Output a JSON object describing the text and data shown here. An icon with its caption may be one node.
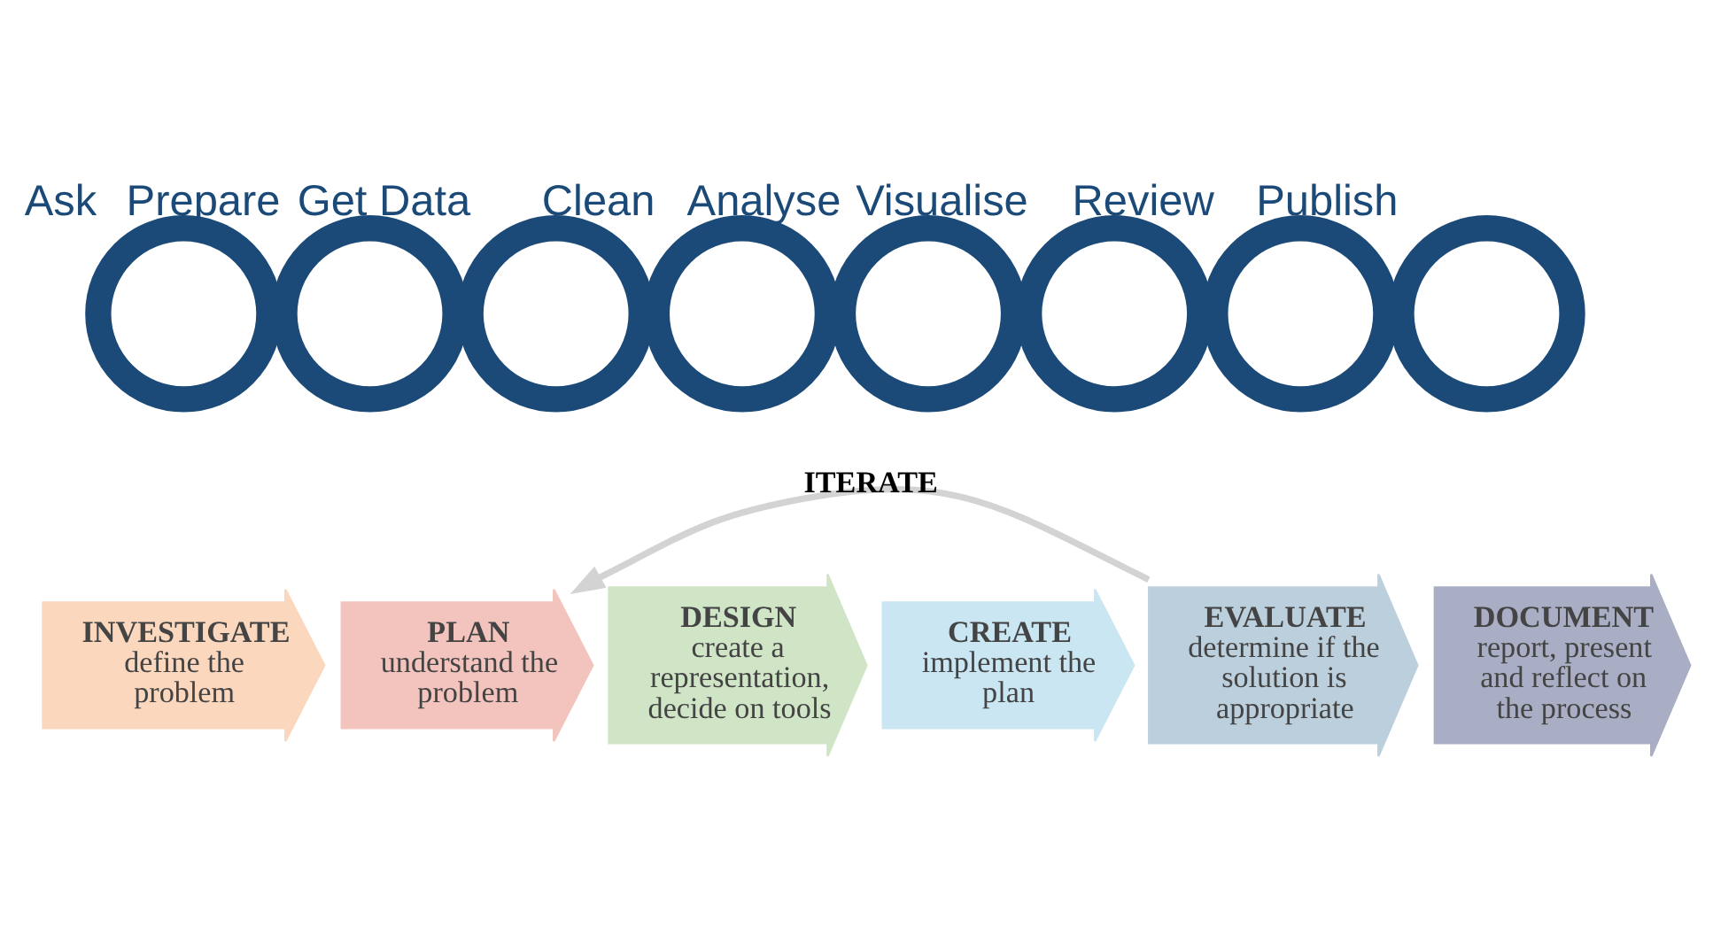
{
  "diagram": {
    "nodes": [
      {
        "text": [
          "Ask"
        ]
      },
      {
        "text": [
          "Prepare"
        ]
      },
      {
        "text": [
          "Get Data"
        ]
      },
      {
        "text": [
          "Clean"
        ]
      },
      {
        "text": [
          "Analyse"
        ]
      },
      {
        "text": [
          "Visualise"
        ]
      },
      {
        "text": [
          "Review"
        ]
      },
      {
        "text": [
          "Publish"
        ]
      },
      {
        "text": [
          "INVESTIGATE",
          "define the problem"
        ]
      },
      {
        "text": [
          "PLAN",
          "understand the problem"
        ]
      },
      {
        "text": [
          "DESIGN",
          "create a representation, decide on tools"
        ]
      },
      {
        "text": [
          "CREATE",
          "implement the plan"
        ]
      },
      {
        "text": [
          "EVALUATE",
          "determine if the solution is appropriate"
        ]
      },
      {
        "text": [
          "DOCUMENT",
          "report, present and reflect on the process"
        ]
      }
    ],
    "edges": [
      {
        "from": 12,
        "to": 9,
        "arrow": "to",
        "label": "ITERATE",
        "color": "#d3d3d3"
      }
    ]
  }
}
